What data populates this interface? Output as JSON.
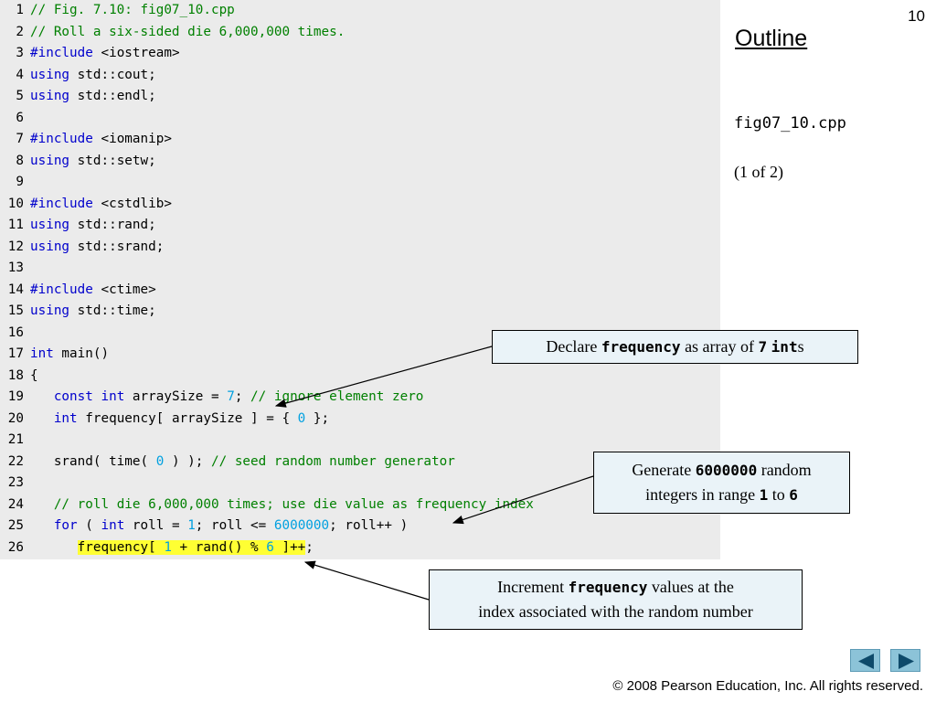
{
  "slide": {
    "number": "10",
    "outline_title": "Outline",
    "file_name": "fig07_10.cpp",
    "page_indicator": "(1 of 2)",
    "footer": "© 2008 Pearson Education, Inc.  All rights reserved."
  },
  "code_lines": [
    {
      "n": "1",
      "tokens": [
        {
          "t": "// Fig. 7.10: fig07_10.cpp",
          "c": "comment"
        }
      ]
    },
    {
      "n": "2",
      "tokens": [
        {
          "t": "// Roll a six-sided die 6,000,000 times.",
          "c": "comment"
        }
      ]
    },
    {
      "n": "3",
      "tokens": [
        {
          "t": "#include",
          "c": "keyword"
        },
        {
          "t": " <iostream>",
          "c": "plain"
        }
      ]
    },
    {
      "n": "4",
      "tokens": [
        {
          "t": "using",
          "c": "keyword"
        },
        {
          "t": " std::cout;",
          "c": "plain"
        }
      ]
    },
    {
      "n": "5",
      "tokens": [
        {
          "t": "using",
          "c": "keyword"
        },
        {
          "t": " std::endl;",
          "c": "plain"
        }
      ]
    },
    {
      "n": "6",
      "tokens": []
    },
    {
      "n": "7",
      "tokens": [
        {
          "t": "#include",
          "c": "keyword"
        },
        {
          "t": " <iomanip>",
          "c": "plain"
        }
      ]
    },
    {
      "n": "8",
      "tokens": [
        {
          "t": "using",
          "c": "keyword"
        },
        {
          "t": " std::setw;",
          "c": "plain"
        }
      ]
    },
    {
      "n": "9",
      "tokens": []
    },
    {
      "n": "10",
      "tokens": [
        {
          "t": "#include",
          "c": "keyword"
        },
        {
          "t": " <cstdlib>",
          "c": "plain"
        }
      ]
    },
    {
      "n": "11",
      "tokens": [
        {
          "t": "using",
          "c": "keyword"
        },
        {
          "t": " std::rand;",
          "c": "plain"
        }
      ]
    },
    {
      "n": "12",
      "tokens": [
        {
          "t": "using",
          "c": "keyword"
        },
        {
          "t": " std::srand;",
          "c": "plain"
        }
      ]
    },
    {
      "n": "13",
      "tokens": []
    },
    {
      "n": "14",
      "tokens": [
        {
          "t": "#include",
          "c": "keyword"
        },
        {
          "t": " <ctime>",
          "c": "plain"
        }
      ]
    },
    {
      "n": "15",
      "tokens": [
        {
          "t": "using",
          "c": "keyword"
        },
        {
          "t": " std::time;",
          "c": "plain"
        }
      ]
    },
    {
      "n": "16",
      "tokens": []
    },
    {
      "n": "17",
      "tokens": [
        {
          "t": "int",
          "c": "keyword"
        },
        {
          "t": " main()",
          "c": "plain"
        }
      ]
    },
    {
      "n": "18",
      "tokens": [
        {
          "t": "{",
          "c": "plain"
        }
      ]
    },
    {
      "n": "19",
      "tokens": [
        {
          "t": "   ",
          "c": "plain"
        },
        {
          "t": "const",
          "c": "keyword"
        },
        {
          "t": " ",
          "c": "plain"
        },
        {
          "t": "int",
          "c": "keyword"
        },
        {
          "t": " arraySize = ",
          "c": "plain"
        },
        {
          "t": "7",
          "c": "number"
        },
        {
          "t": "; ",
          "c": "plain"
        },
        {
          "t": "// ignore element zero",
          "c": "comment"
        }
      ]
    },
    {
      "n": "20",
      "tokens": [
        {
          "t": "   ",
          "c": "plain"
        },
        {
          "t": "int",
          "c": "keyword"
        },
        {
          "t": " frequency[ arraySize ] = { ",
          "c": "plain"
        },
        {
          "t": "0",
          "c": "number"
        },
        {
          "t": " };",
          "c": "plain"
        }
      ]
    },
    {
      "n": "21",
      "tokens": []
    },
    {
      "n": "22",
      "tokens": [
        {
          "t": "   srand( time( ",
          "c": "plain"
        },
        {
          "t": "0",
          "c": "number"
        },
        {
          "t": " ) ); ",
          "c": "plain"
        },
        {
          "t": "// seed random number generator",
          "c": "comment"
        }
      ]
    },
    {
      "n": "23",
      "tokens": []
    },
    {
      "n": "24",
      "tokens": [
        {
          "t": "   ",
          "c": "plain"
        },
        {
          "t": "// roll die 6,000,000 times; use die value as frequency index",
          "c": "comment"
        }
      ]
    },
    {
      "n": "25",
      "tokens": [
        {
          "t": "   ",
          "c": "plain"
        },
        {
          "t": "for",
          "c": "keyword"
        },
        {
          "t": " ( ",
          "c": "plain"
        },
        {
          "t": "int",
          "c": "keyword"
        },
        {
          "t": " roll = ",
          "c": "plain"
        },
        {
          "t": "1",
          "c": "number"
        },
        {
          "t": "; roll <= ",
          "c": "plain"
        },
        {
          "t": "6000000",
          "c": "number"
        },
        {
          "t": "; roll++ )",
          "c": "plain"
        }
      ]
    },
    {
      "n": "26",
      "tokens": [
        {
          "t": "      ",
          "c": "plain"
        },
        {
          "t": "frequency[ ",
          "c": "plain",
          "hl": true
        },
        {
          "t": "1",
          "c": "number",
          "hl": true
        },
        {
          "t": " + rand() % ",
          "c": "plain",
          "hl": true
        },
        {
          "t": "6",
          "c": "number",
          "hl": true
        },
        {
          "t": " ]++",
          "c": "plain",
          "hl": true
        },
        {
          "t": ";",
          "c": "plain"
        }
      ]
    }
  ],
  "callouts": {
    "declare": {
      "pre": "Declare ",
      "code1": "frequency",
      "mid": " as array of ",
      "code2": "7",
      "sp": " ",
      "code3": "int",
      "post": "s"
    },
    "generate": {
      "pre": "Generate ",
      "code1": "6000000",
      "post1": " random",
      "line2_pre": "integers in range ",
      "code2": "1",
      "mid": " to ",
      "code3": "6"
    },
    "increment": {
      "pre": "Increment ",
      "code1": "frequency",
      "post1": " values at the",
      "line2": "index associated with the random number"
    }
  },
  "nav": {
    "prev_icon": "triangle-left-icon",
    "next_icon": "triangle-right-icon",
    "accent": "#8cc3d8"
  },
  "colors": {
    "comment": "#008000",
    "keyword": "#0000cc",
    "number": "#00a0e0",
    "highlight": "#ffff33",
    "code_bg": "#ebebeb",
    "callout_bg": "#eaf3f8"
  }
}
